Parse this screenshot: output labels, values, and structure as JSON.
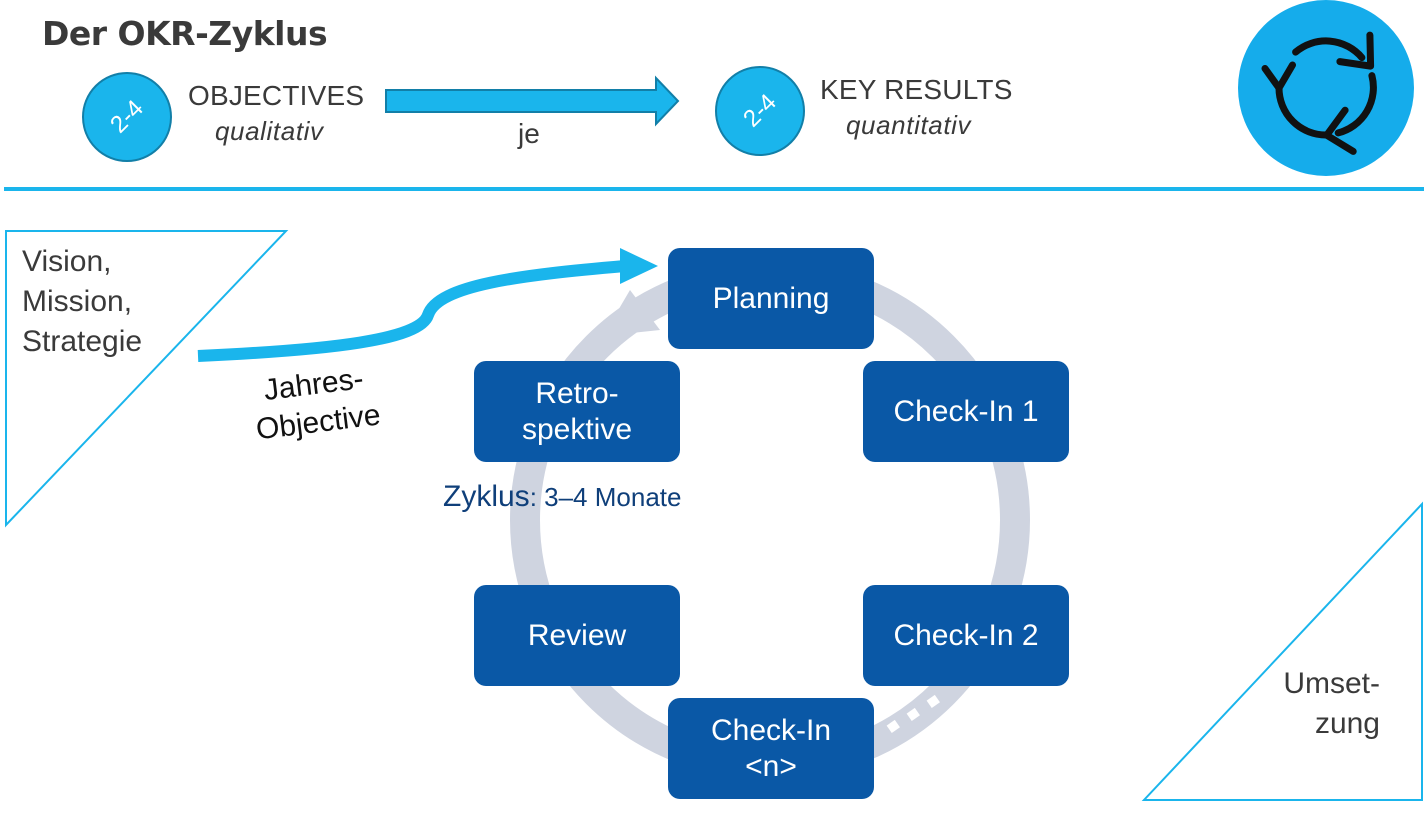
{
  "title": "Der OKR-Zyklus",
  "objectives": {
    "badge": "2-4",
    "label": "OBJECTIVES",
    "sub": "qualitativ"
  },
  "connector": "je",
  "key_results": {
    "badge": "2-4",
    "label": "KEY RESULTS",
    "sub": "quantitativ"
  },
  "vision_block": "Vision,\nMission,\nStrategie",
  "annual_objective": "Jahres-\nObjective",
  "cycle": {
    "label": "Zyklus",
    "duration": ": 3–4 Monate",
    "phases": {
      "planning": "Planning",
      "checkin1": "Check-In 1",
      "checkin2": "Check-In 2",
      "checkinn": "Check-In\n<n>",
      "review": "Review",
      "retro": "Retro-\nspektive"
    }
  },
  "implementation": "Umset-\nzung",
  "colors": {
    "accent_cyan": "#1ab5ec",
    "phase_blue": "#0a58a6",
    "ring_gray": "#cfd4e0",
    "text_dark": "#3a3a3a",
    "cycle_text": "#0f3f7a"
  }
}
